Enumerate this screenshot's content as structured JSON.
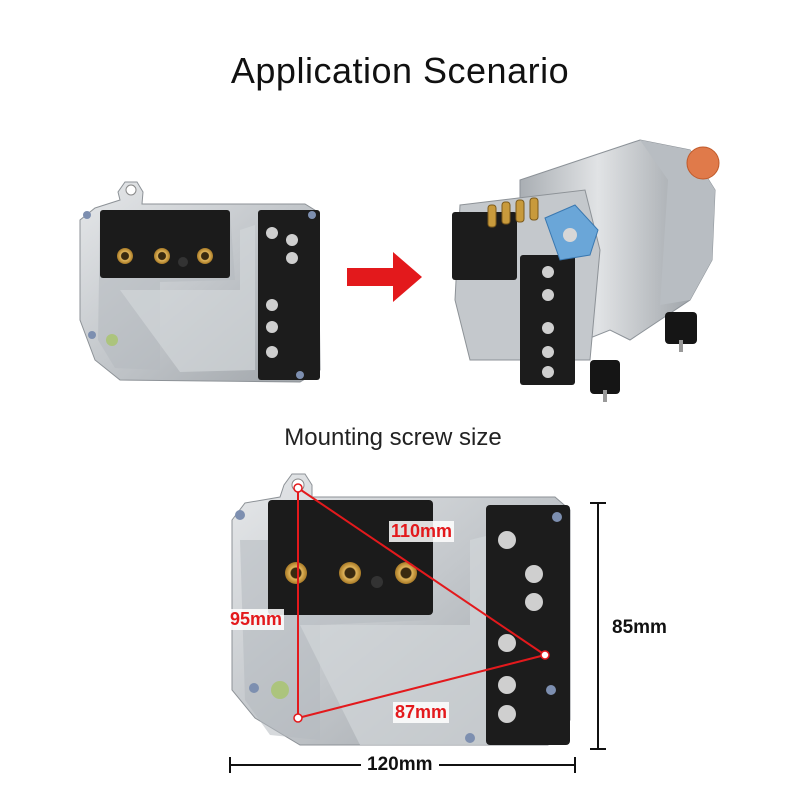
{
  "title": "Application  Scenario",
  "subtitle": "Mounting screw size",
  "dimensions": {
    "top_edge": "110mm",
    "left_edge": "95mm",
    "bottom_edge": "87mm",
    "height": "85mm",
    "width": "120mm"
  },
  "colors": {
    "arrow": "#e3191c",
    "dimension_lines": "#e3191c",
    "controller_metal": "#c9cdd1",
    "terminal_block": "#1a1a1a",
    "brass_fitting": "#c89a3c"
  },
  "images": {
    "controller_top": "controller-board-photo",
    "compressor": "electric-compressor-photo",
    "controller_bottom": "controller-board-closeup-photo"
  }
}
